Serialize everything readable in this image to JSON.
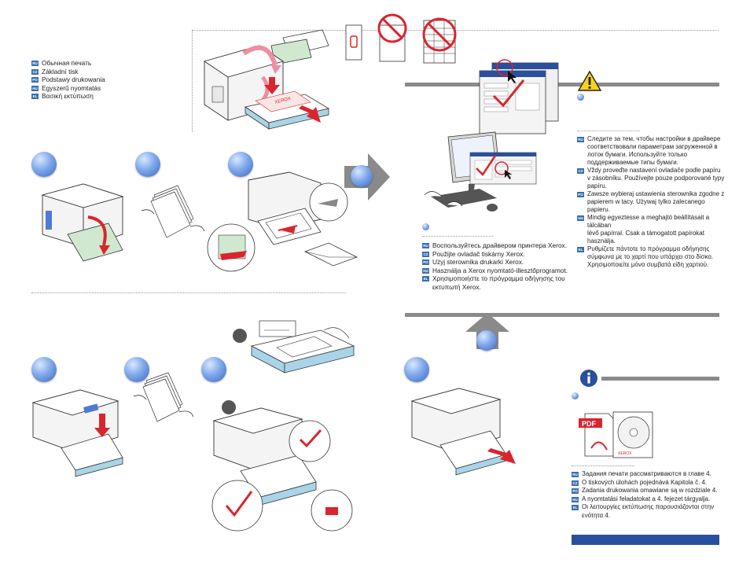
{
  "title_langs": [
    {
      "code": "RU",
      "text": "Обычная печать"
    },
    {
      "code": "CZ",
      "text": "Základní tisk"
    },
    {
      "code": "PO",
      "text": "Podstawy drukowania"
    },
    {
      "code": "HU",
      "text": "Egyszerű nyomtatás"
    },
    {
      "code": "EL",
      "text": "Βασική εκτύπωση"
    }
  ],
  "driver_langs": [
    {
      "code": "RU",
      "text": "Воспользуйтесь драйвером принтера Xerox."
    },
    {
      "code": "CZ",
      "text": "Použijte ovladač tiskárny Xerox."
    },
    {
      "code": "PO",
      "text": "Użyj sterownika drukarki Xerox."
    },
    {
      "code": "HU",
      "text": "Használja a Xerox nyomtató-illesztőprogramot."
    },
    {
      "code": "EL",
      "text": "Χρησιμοποιήστε το πρόγραμμα οδήγησης του\nεκτυπωτή Xerox."
    }
  ],
  "caution_langs": [
    {
      "code": "RU",
      "text": "Следите за тем, чтобы настройки в драйвере\nсоответствовали параметрам загруженной в\nлоток бумаги. Используйте только\nподдерживаемые типы бумаги."
    },
    {
      "code": "CZ",
      "text": "Vždy proveďte nastavení ovladače podle papíru\nv zásobníku. Používejte pouze podporované typy\npapíru."
    },
    {
      "code": "PO",
      "text": "Zawsze wybieraj ustawienia sterownika zgodne z\npapierem w tacy. Używaj tylko zalecanego papieru."
    },
    {
      "code": "HU",
      "text": "Mindig egyeztesse a meghajtó beállításait a tálcában\nlévő papírral. Csak a támogatott papírokat használja."
    },
    {
      "code": "EL",
      "text": "Ρυθμίζετε πάντοτε το πρόγραμμα οδήγησης\nσύμφωνα με το χαρτί που υπάρχει στο δίσκο.\nΧρησιμοποιείτε μόνο συμβατά είδη χαρτιού."
    }
  ],
  "info_langs": [
    {
      "code": "RU",
      "text": "Задания печати рассматриваются в главе 4."
    },
    {
      "code": "CZ",
      "text": "O tiskových úlohách pojednává Kapitola č. 4."
    },
    {
      "code": "PO",
      "text": "Zadania drukowania omawiane są w rozdziale 4."
    },
    {
      "code": "HU",
      "text": "A nyomtatási feladatokat a 4. fejezet tárgyalja."
    },
    {
      "code": "EL",
      "text": "Οι λειτουργίες εκτύπωσης παρουσιάζονται στην\nενότητα 4."
    }
  ],
  "icons": {
    "caution": "warning-triangle-icon",
    "info": "info-icon",
    "pdf_label": "PDF",
    "xerox_label": "XEROX"
  },
  "colors": {
    "step_blue": "#4f7bd2",
    "bar_gray": "#8a8a8a",
    "footer_blue": "#2a4f9c",
    "check_red": "#d9252e",
    "tray_blue": "#a9d4e8"
  }
}
